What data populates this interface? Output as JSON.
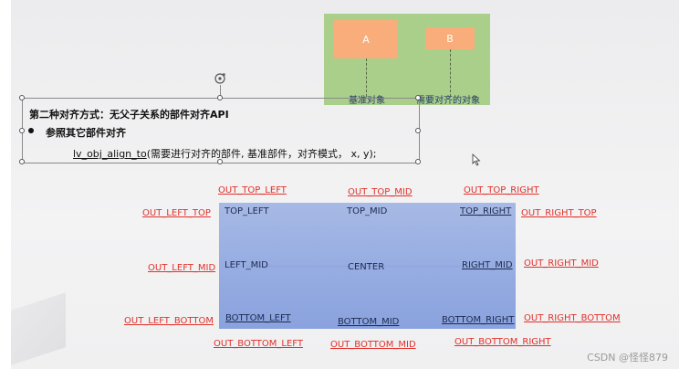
{
  "green_panel": {
    "box_a": "A",
    "box_b": "B",
    "label_reference": "基准对象",
    "label_target": "需要对齐的对象"
  },
  "textbox": {
    "line1": "第二种对齐方式：无父子关系的部件对齐API",
    "line2": "参照其它部件对齐",
    "line3_fn": "lv_obj_align_to",
    "line3_rest": "(需要进行对齐的部件, 基准部件，对齐模式， x, y);"
  },
  "inner": {
    "top_left": "TOP_LEFT",
    "top_mid": "TOP_MID",
    "top_right": "TOP_RIGHT",
    "left_mid": "LEFT_MID",
    "center": "CENTER",
    "right_mid": "RIGHT_MID",
    "bottom_left": "BOTTOM_LEFT",
    "bottom_mid": "BOTTOM_MID",
    "bottom_right": "BOTTOM_RIGHT"
  },
  "outer": {
    "out_top_left": "OUT_TOP_LEFT",
    "out_top_mid": "OUT_TOP_MID",
    "out_top_right": "OUT_TOP_RIGHT",
    "out_left_top": "OUT_LEFT_TOP",
    "out_left_mid": "OUT_LEFT_MID",
    "out_left_bottom": "OUT_LEFT_BOTTOM",
    "out_right_top": "OUT_RIGHT_TOP",
    "out_right_mid": "OUT_RIGHT_MID",
    "out_right_bottom": "OUT_RIGHT_BOTTOM",
    "out_bottom_left": "OUT_BOTTOM_LEFT",
    "out_bottom_mid": "OUT_BOTTOM_MID",
    "out_bottom_right": "OUT_BOTTOM_RIGHT"
  },
  "watermark": "CSDN @怪怪879",
  "colors": {
    "green_panel": "#a9cf8a",
    "orange_box": "#f9ad7a",
    "blue_box": "#97ade2",
    "out_label": "#e0312a",
    "in_label": "#1d2b4f"
  },
  "icons": {
    "rotate_handle": "rotate-icon",
    "mouse_cursor": "cursor-icon",
    "bullet": "bullet-icon"
  }
}
